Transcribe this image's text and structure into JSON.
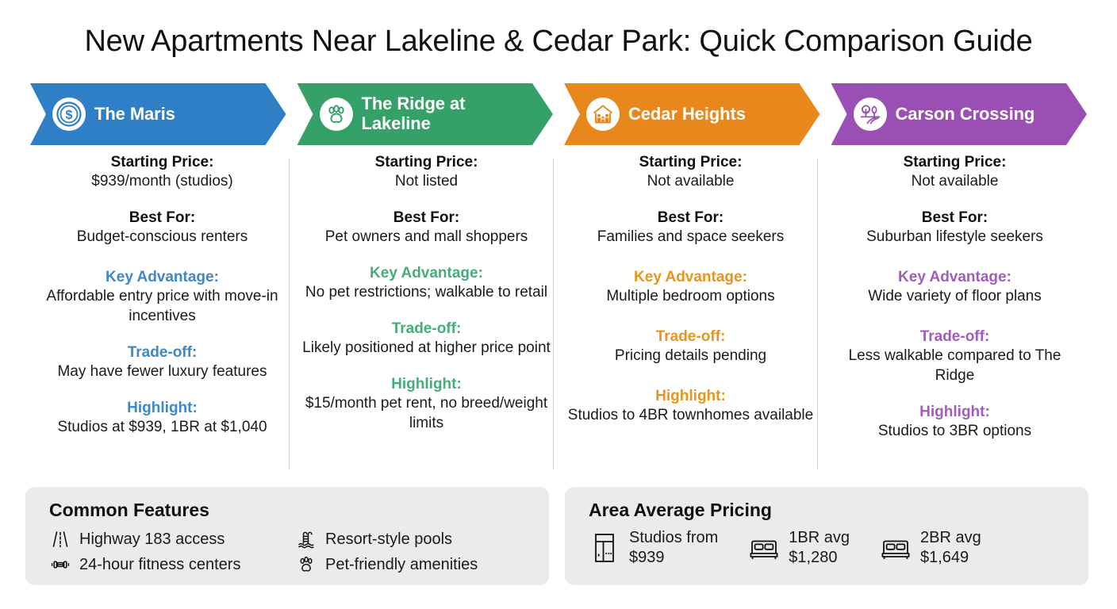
{
  "title": "New Apartments Near Lakeline & Cedar Park: Quick Comparison Guide",
  "colors": {
    "blue": "#2E7FC6",
    "green": "#35A169",
    "orange": "#E8881C",
    "purple": "#9A4FB5",
    "blue_accent": "#3E87C8",
    "green_accent": "#45AE78",
    "orange_accent": "#E8941F",
    "purple_accent": "#A25CBD",
    "panel_bg": "#EBEBEB",
    "divider": "#D0D0D0"
  },
  "labels": {
    "starting_price": "Starting Price:",
    "best_for": "Best For:",
    "key_advantage": "Key Advantage:",
    "trade_off": "Trade-off:",
    "highlight": "Highlight:"
  },
  "properties": [
    {
      "name": "The Maris",
      "icon": "dollar-coin-icon",
      "color": "#2E7FC6",
      "accent": "#3E87C8",
      "starting_price": "$939/month (studios)",
      "best_for": "Budget-conscious renters",
      "key_advantage": "Affordable entry price with move-in incentives",
      "trade_off": "May have fewer luxury features",
      "highlight": "Studios at $939, 1BR at $1,040"
    },
    {
      "name": "The Ridge at Lakeline",
      "icon": "paw-print-icon",
      "color": "#35A169",
      "accent": "#45AE78",
      "starting_price": "Not listed",
      "best_for": "Pet owners and mall shoppers",
      "key_advantage": "No pet restrictions; walkable to retail",
      "trade_off": "Likely positioned at higher price point",
      "highlight": "$15/month pet rent, no breed/weight limits"
    },
    {
      "name": "Cedar Heights",
      "icon": "family-house-icon",
      "color": "#E8881C",
      "accent": "#E8941F",
      "starting_price": "Not available",
      "best_for": "Families and space seekers",
      "key_advantage": "Multiple bedroom options",
      "trade_off": "Pricing details pending",
      "highlight": "Studios to 4BR townhomes available"
    },
    {
      "name": "Carson Crossing",
      "icon": "park-trees-path-icon",
      "color": "#9A4FB5",
      "accent": "#A25CBD",
      "starting_price": "Not available",
      "best_for": "Suburban lifestyle seekers",
      "key_advantage": "Wide variety of floor plans",
      "trade_off": "Less walkable compared to The Ridge",
      "highlight": "Studios to 3BR options"
    }
  ],
  "common_features": {
    "title": "Common Features",
    "items": [
      {
        "icon": "highway-road-icon",
        "label": "Highway 183 access"
      },
      {
        "icon": "pool-ladder-icon",
        "label": "Resort-style pools"
      },
      {
        "icon": "dumbbell-icon",
        "label": "24-hour fitness centers"
      },
      {
        "icon": "paw-print-icon",
        "label": "Pet-friendly amenities"
      }
    ]
  },
  "area_pricing": {
    "title": "Area Average Pricing",
    "items": [
      {
        "icon": "studio-floorplan-icon",
        "line1": "Studios from",
        "line2": "$939"
      },
      {
        "icon": "bed-icon",
        "line1": "1BR avg",
        "line2": "$1,280"
      },
      {
        "icon": "bed-icon",
        "line1": "2BR avg",
        "line2": "$1,649"
      }
    ]
  }
}
